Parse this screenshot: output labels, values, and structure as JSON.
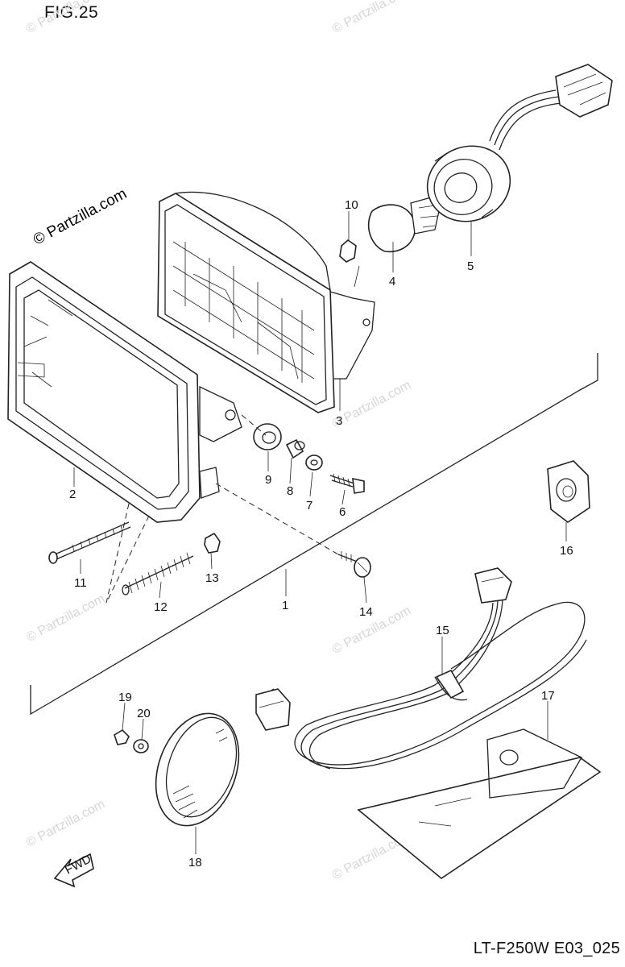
{
  "figure_title": "FIG.25",
  "model_code": "LT-F250W E03_025",
  "watermark": {
    "main": "© Partzilla.com",
    "faint": "© Partzilla.com"
  },
  "parts": [
    {
      "number": "1"
    },
    {
      "number": "2"
    },
    {
      "number": "3"
    },
    {
      "number": "4"
    },
    {
      "number": "5"
    },
    {
      "number": "6"
    },
    {
      "number": "7"
    },
    {
      "number": "8"
    },
    {
      "number": "9"
    },
    {
      "number": "10"
    },
    {
      "number": "11"
    },
    {
      "number": "12"
    },
    {
      "number": "13"
    },
    {
      "number": "14"
    },
    {
      "number": "15"
    },
    {
      "number": "16"
    },
    {
      "number": "17"
    },
    {
      "number": "18"
    },
    {
      "number": "19"
    },
    {
      "number": "20"
    }
  ],
  "fwd_arrow_label": "FWD"
}
